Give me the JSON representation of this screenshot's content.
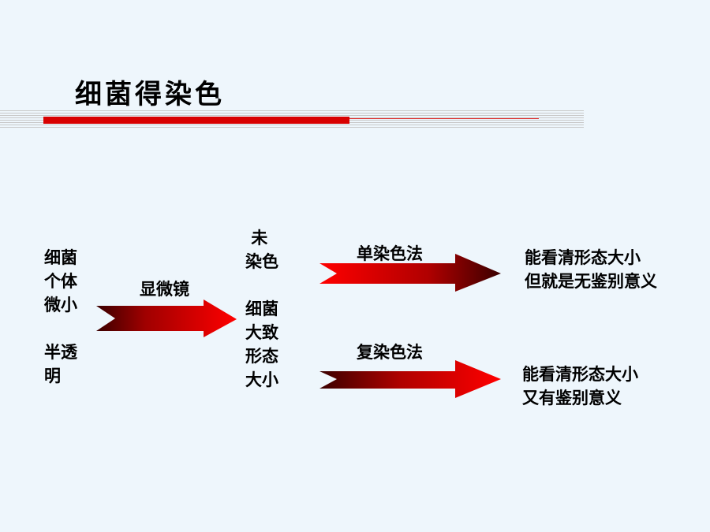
{
  "title": "细菌得染色",
  "left_block": {
    "lines": [
      "细菌",
      "个体",
      "微小",
      "",
      "半透",
      "明"
    ]
  },
  "microscope_label": "显微镜",
  "middle_block": {
    "lines": [
      " 未",
      "染色",
      "",
      "细菌",
      "大致",
      "形态",
      "大小"
    ]
  },
  "simple_stain": {
    "label": "单染色法",
    "result_lines": [
      "能看清形态大小",
      "但就是无鉴别意义"
    ]
  },
  "compound_stain": {
    "label": "复染色法",
    "result_lines": [
      "能看清形态大小",
      "又有鉴别意义"
    ]
  },
  "colors": {
    "background": "#eef6fc",
    "accent_red": "#d80000",
    "arrow_dark": "#3a0000",
    "arrow_bright": "#ff0000"
  }
}
